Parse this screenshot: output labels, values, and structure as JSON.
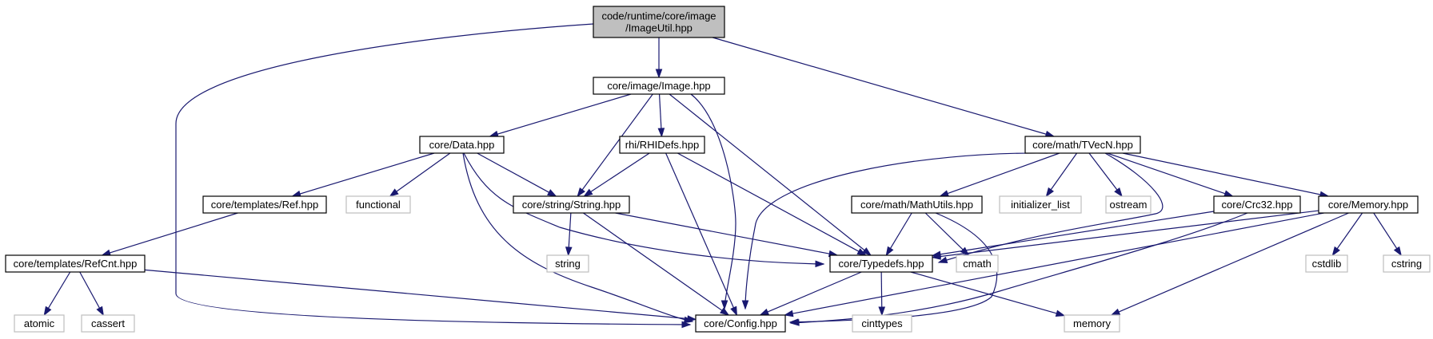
{
  "graph": {
    "title": "",
    "colors": {
      "edge": "#191970",
      "root_fill": "#bfbfbf",
      "external_border": "#bfbfbf",
      "node_border": "#000000"
    },
    "nodes": {
      "imageutil": {
        "lines": [
          "code/runtime/core/image",
          "/ImageUtil.hpp"
        ],
        "kind": "root"
      },
      "image": {
        "lines": [
          "core/image/Image.hpp"
        ],
        "kind": "header"
      },
      "tvecn": {
        "lines": [
          "core/math/TVecN.hpp"
        ],
        "kind": "header"
      },
      "data": {
        "lines": [
          "core/Data.hpp"
        ],
        "kind": "header"
      },
      "rhidefs": {
        "lines": [
          "rhi/RHIDefs.hpp"
        ],
        "kind": "header"
      },
      "ref": {
        "lines": [
          "core/templates/Ref.hpp"
        ],
        "kind": "header"
      },
      "functional": {
        "lines": [
          "functional"
        ],
        "kind": "external"
      },
      "string_hpp": {
        "lines": [
          "core/string/String.hpp"
        ],
        "kind": "header"
      },
      "mathutils": {
        "lines": [
          "core/math/MathUtils.hpp"
        ],
        "kind": "header"
      },
      "initializer_list": {
        "lines": [
          "initializer_list"
        ],
        "kind": "external"
      },
      "ostream": {
        "lines": [
          "ostream"
        ],
        "kind": "external"
      },
      "crc32": {
        "lines": [
          "core/Crc32.hpp"
        ],
        "kind": "header"
      },
      "memory_hpp": {
        "lines": [
          "core/Memory.hpp"
        ],
        "kind": "header"
      },
      "refcnt": {
        "lines": [
          "core/templates/RefCnt.hpp"
        ],
        "kind": "header"
      },
      "string_std": {
        "lines": [
          "string"
        ],
        "kind": "external"
      },
      "typedefs": {
        "lines": [
          "core/Typedefs.hpp"
        ],
        "kind": "header"
      },
      "cmath": {
        "lines": [
          "cmath"
        ],
        "kind": "external"
      },
      "cstdlib": {
        "lines": [
          "cstdlib"
        ],
        "kind": "external"
      },
      "cstring": {
        "lines": [
          "cstring"
        ],
        "kind": "external"
      },
      "atomic": {
        "lines": [
          "atomic"
        ],
        "kind": "external"
      },
      "cassert": {
        "lines": [
          "cassert"
        ],
        "kind": "external"
      },
      "config": {
        "lines": [
          "core/Config.hpp"
        ],
        "kind": "header"
      },
      "cinttypes": {
        "lines": [
          "cinttypes"
        ],
        "kind": "external"
      },
      "memory_std": {
        "lines": [
          "memory"
        ],
        "kind": "external"
      }
    },
    "edges": [
      [
        "imageutil",
        "image"
      ],
      [
        "imageutil",
        "tvecn"
      ],
      [
        "imageutil",
        "config"
      ],
      [
        "image",
        "data"
      ],
      [
        "image",
        "rhidefs"
      ],
      [
        "image",
        "string_hpp"
      ],
      [
        "image",
        "config"
      ],
      [
        "image",
        "typedefs"
      ],
      [
        "tvecn",
        "config"
      ],
      [
        "tvecn",
        "mathutils"
      ],
      [
        "tvecn",
        "initializer_list"
      ],
      [
        "tvecn",
        "ostream"
      ],
      [
        "tvecn",
        "crc32"
      ],
      [
        "tvecn",
        "memory_hpp"
      ],
      [
        "tvecn",
        "typedefs"
      ],
      [
        "data",
        "ref"
      ],
      [
        "data",
        "functional"
      ],
      [
        "data",
        "string_hpp"
      ],
      [
        "data",
        "typedefs"
      ],
      [
        "data",
        "config"
      ],
      [
        "rhidefs",
        "string_hpp"
      ],
      [
        "rhidefs",
        "typedefs"
      ],
      [
        "rhidefs",
        "config"
      ],
      [
        "ref",
        "refcnt"
      ],
      [
        "string_hpp",
        "string_std"
      ],
      [
        "string_hpp",
        "typedefs"
      ],
      [
        "string_hpp",
        "config"
      ],
      [
        "mathutils",
        "typedefs"
      ],
      [
        "mathutils",
        "cmath"
      ],
      [
        "mathutils",
        "config"
      ],
      [
        "crc32",
        "typedefs"
      ],
      [
        "crc32",
        "config"
      ],
      [
        "memory_hpp",
        "typedefs"
      ],
      [
        "memory_hpp",
        "config"
      ],
      [
        "memory_hpp",
        "cstdlib"
      ],
      [
        "memory_hpp",
        "cstring"
      ],
      [
        "memory_hpp",
        "memory_std"
      ],
      [
        "refcnt",
        "atomic"
      ],
      [
        "refcnt",
        "cassert"
      ],
      [
        "refcnt",
        "config"
      ],
      [
        "typedefs",
        "config"
      ],
      [
        "typedefs",
        "cinttypes"
      ],
      [
        "typedefs",
        "memory_std"
      ]
    ]
  }
}
